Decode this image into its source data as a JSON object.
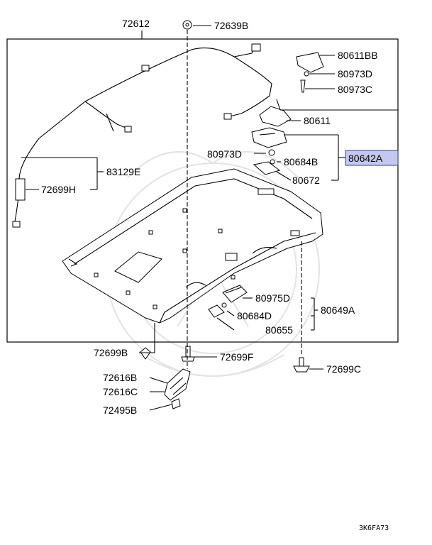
{
  "diagram": {
    "callouts": [
      {
        "id": "72612",
        "text": "72612"
      },
      {
        "id": "72639b",
        "text": "72639B"
      },
      {
        "id": "80611bb",
        "text": "80611BB"
      },
      {
        "id": "80973d-top",
        "text": "80973D"
      },
      {
        "id": "80973c",
        "text": "80973C"
      },
      {
        "id": "80611",
        "text": "80611"
      },
      {
        "id": "80973d-mid",
        "text": "80973D"
      },
      {
        "id": "80684b",
        "text": "80684B"
      },
      {
        "id": "80642a",
        "text": "80642A"
      },
      {
        "id": "80672",
        "text": "80672"
      },
      {
        "id": "83129e",
        "text": "83129E"
      },
      {
        "id": "72699h",
        "text": "72699H"
      },
      {
        "id": "80975d",
        "text": "80975D"
      },
      {
        "id": "80684d",
        "text": "80684D"
      },
      {
        "id": "80649a",
        "text": "80649A"
      },
      {
        "id": "80655",
        "text": "80655"
      },
      {
        "id": "72699b",
        "text": "72699B"
      },
      {
        "id": "72699f",
        "text": "72699F"
      },
      {
        "id": "72616b",
        "text": "72616B"
      },
      {
        "id": "72616c",
        "text": "72616C"
      },
      {
        "id": "72699c",
        "text": "72699C"
      },
      {
        "id": "72495b",
        "text": "72495B"
      }
    ],
    "highlight_color": "#c5c8ee",
    "highlight_border": "#3a3f9e",
    "reference_code": "3K6FA73"
  }
}
